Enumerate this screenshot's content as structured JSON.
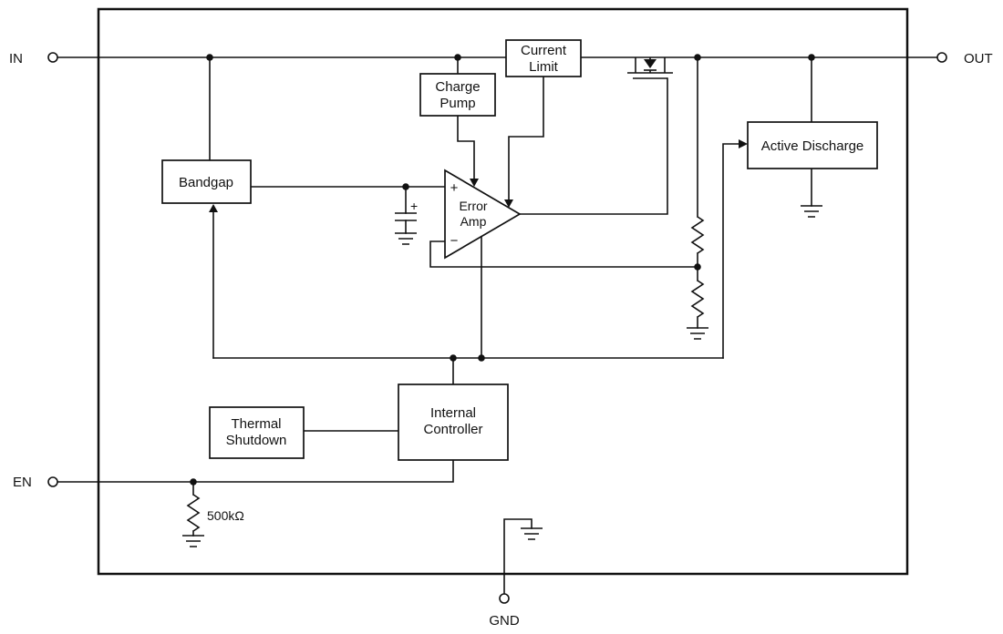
{
  "diagram": {
    "pins": {
      "in": "IN",
      "out": "OUT",
      "en": "EN",
      "gnd": "GND"
    },
    "blocks": {
      "current_limit": {
        "line1": "Current",
        "line2": "Limit"
      },
      "charge_pump": {
        "line1": "Charge",
        "line2": "Pump"
      },
      "bandgap": {
        "label": "Bandgap"
      },
      "active_discharge": {
        "label": "Active Discharge"
      },
      "error_amp": {
        "line1": "Error",
        "line2": "Amp",
        "plus_input": "+",
        "minus_input": "−"
      },
      "thermal_shutdown": {
        "line1": "Thermal",
        "line2": "Shutdown"
      },
      "internal_controller": {
        "line1": "Internal",
        "line2": "Controller"
      }
    },
    "components": {
      "en_pulldown_resistor": "500kΩ",
      "cap_polarity": "+"
    },
    "colors": {
      "line": "#111111",
      "background": "#ffffff"
    }
  }
}
